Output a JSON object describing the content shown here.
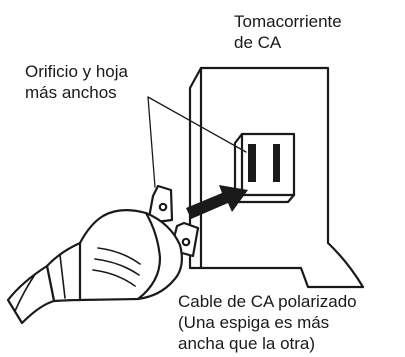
{
  "labels": {
    "outlet": [
      "Tomacorriente",
      "de CA"
    ],
    "wider_slot_blade": [
      "Orificio y hoja",
      "más anchos"
    ],
    "polarized_cord": [
      "Cable de CA polarizado",
      "(Una espiga es más",
      "ancha que la otra)"
    ]
  },
  "colors": {
    "ink": "#1a1a1a",
    "background": "#ffffff",
    "fill": "#ffffff"
  }
}
